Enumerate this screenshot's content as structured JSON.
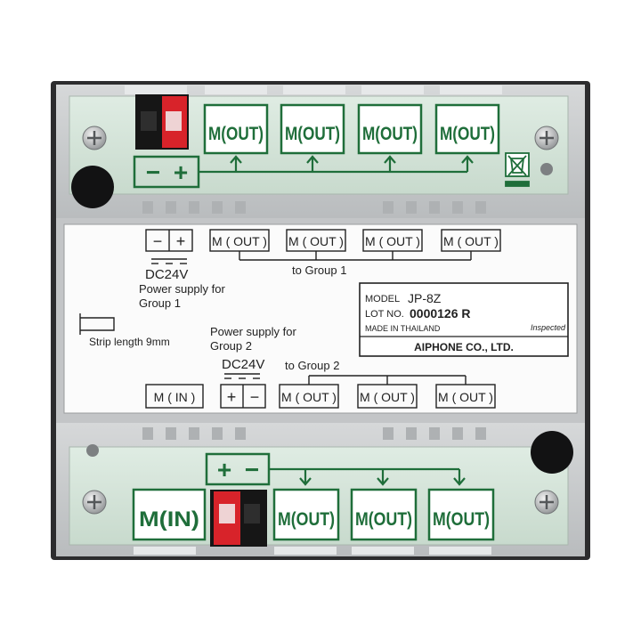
{
  "top_terminals": {
    "polarity": {
      "minus": "−",
      "plus": "+"
    },
    "outputs": [
      "M(OUT)",
      "M(OUT)",
      "M(OUT)",
      "M(OUT)"
    ]
  },
  "bottom_terminals": {
    "polarity": {
      "plus": "+",
      "minus": "−"
    },
    "input": "M(IN)",
    "outputs": [
      "M(OUT)",
      "M(OUT)",
      "M(OUT)"
    ]
  },
  "label": {
    "top_polarity": {
      "minus": "−",
      "plus": "+"
    },
    "top_outputs": [
      "M ( OUT )",
      "M ( OUT )",
      "M ( OUT )",
      "M ( OUT )"
    ],
    "dc_top": "DC24V",
    "power_group1_line1": "Power supply for",
    "power_group1_line2": "Group 1",
    "to_group1": "to Group 1",
    "strip_length": "Strip length 9mm",
    "power_group2_line1": "Power supply for",
    "power_group2_line2": "Group 2",
    "dc_bottom": "DC24V",
    "to_group2": "to Group 2",
    "bottom_input": "M ( IN )",
    "bottom_polarity": {
      "plus": "+",
      "minus": "−"
    },
    "bottom_outputs": [
      "M ( OUT )",
      "M ( OUT )",
      "M ( OUT )"
    ]
  },
  "nameplate": {
    "model_label": "MODEL",
    "model_value": "JP-8Z",
    "lot_label": "LOT NO.",
    "lot_value": "0000126 R",
    "made_in": "MADE IN THAILAND",
    "inspected": "Inspected",
    "brand": "AIPHONE CO., LTD."
  },
  "colors": {
    "housing": "#c9cbcc",
    "terminal_green": "#d7e6dd",
    "print_green": "#1f6e3a",
    "label_white": "#fbfbfb",
    "connector_red": "#d8232a",
    "frame_dark": "#2c2c2e"
  }
}
